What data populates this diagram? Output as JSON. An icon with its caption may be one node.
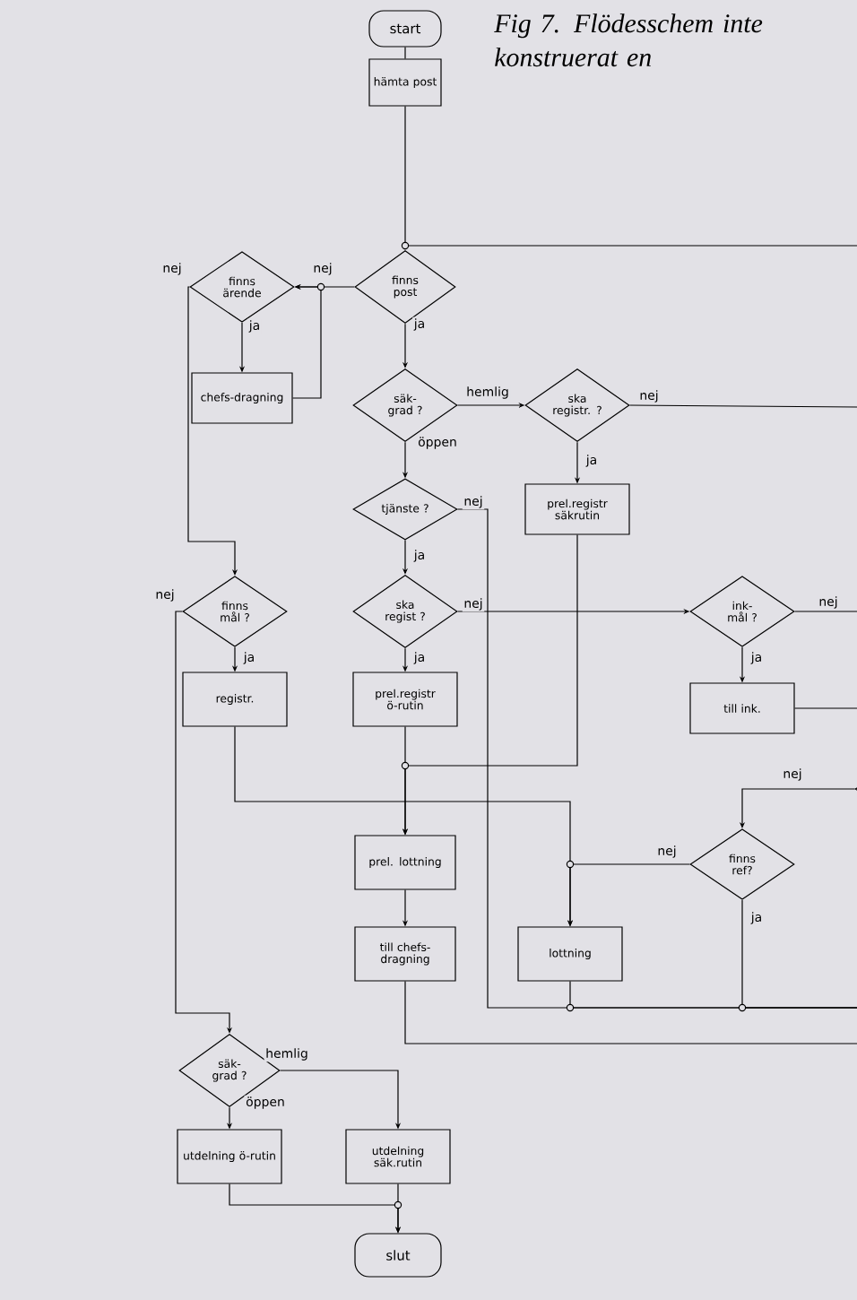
{
  "diagram": {
    "title": "Fig 7. Flödesschem inte konstruerat en",
    "nodes": [
      {
        "text": [
          "start"
        ]
      },
      {
        "text": [
          "hämta post"
        ]
      },
      {
        "text": [
          "finns post"
        ]
      },
      {
        "text": [
          "finns ärende"
        ]
      },
      {
        "text": [
          "chefs-dragning"
        ]
      },
      {
        "text": [
          "säk-grad ?"
        ]
      },
      {
        "text": [
          "ska registr. ?"
        ]
      },
      {
        "text": [
          "prel.registr säkrutin"
        ]
      },
      {
        "text": [
          "tjänste ?"
        ]
      },
      {
        "text": [
          "ska regist ?"
        ]
      },
      {
        "text": [
          "ink-mål ?"
        ]
      },
      {
        "text": [
          "finns mål ?"
        ]
      },
      {
        "text": [
          "registr."
        ]
      },
      {
        "text": [
          "prel.registr ö-rutin"
        ]
      },
      {
        "text": [
          "till ink."
        ]
      },
      {
        "text": [],
        "shape": "diamond"
      },
      {
        "text": [
          "finns ref?"
        ]
      },
      {
        "text": [
          "prel. lottning"
        ]
      },
      {
        "text": [
          "till chefs-dragning"
        ]
      },
      {
        "text": [
          "lottning"
        ]
      },
      {
        "text": [
          "säk-grad ?"
        ]
      },
      {
        "text": [
          "utdelning ö-rutin"
        ]
      },
      {
        "text": [
          "utdelning säk.rutin"
        ]
      },
      {
        "text": [
          "slut"
        ]
      }
    ],
    "edges": [
      {
        "from": 0,
        "to": 1,
        "arrow": "none"
      },
      {
        "from": 1,
        "to": 2,
        "arrow": "to"
      },
      {
        "from": null,
        "to": 2,
        "arrow": "to"
      },
      {
        "from": 2,
        "to": 3,
        "arrow": "to",
        "label": "nej"
      },
      {
        "from": 3,
        "to": 4,
        "arrow": "to",
        "label": "ja"
      },
      {
        "from": 4,
        "to": 3,
        "arrow": "to"
      },
      {
        "from": 3,
        "to": 11,
        "arrow": "to",
        "label": "nej"
      },
      {
        "from": 2,
        "to": 5,
        "arrow": "to",
        "label": "ja"
      },
      {
        "from": 5,
        "to": 6,
        "arrow": "to",
        "label": "hemlig"
      },
      {
        "from": 5,
        "to": 8,
        "arrow": "to",
        "label": "öppen"
      },
      {
        "from": 6,
        "to": 7,
        "arrow": "to",
        "label": "ja"
      },
      {
        "from": 6,
        "to": null,
        "arrow": "none",
        "label": "nej"
      },
      {
        "from": 8,
        "to": null,
        "arrow": "none",
        "label": "nej"
      },
      {
        "from": 8,
        "to": 9,
        "arrow": "to",
        "label": "ja"
      },
      {
        "from": 9,
        "to": 13,
        "arrow": "to",
        "label": "ja"
      },
      {
        "from": 9,
        "to": 10,
        "arrow": "to",
        "label": "nej"
      },
      {
        "from": 10,
        "to": 14,
        "arrow": "to",
        "label": "ja"
      },
      {
        "from": 10,
        "to": null,
        "arrow": "none",
        "label": "nej"
      },
      {
        "from": 11,
        "to": 12,
        "arrow": "to",
        "label": "ja"
      },
      {
        "from": 11,
        "to": 20,
        "arrow": "to",
        "label": "nej"
      },
      {
        "from": 7,
        "to": 17,
        "arrow": "to"
      },
      {
        "from": 13,
        "to": 17,
        "arrow": "to"
      },
      {
        "from": 12,
        "to": 19,
        "arrow": "to"
      },
      {
        "from": 14,
        "to": null,
        "arrow": "none"
      },
      {
        "from": 15,
        "to": 16,
        "arrow": "to",
        "label": "nej"
      },
      {
        "from": 16,
        "to": 19,
        "arrow": "to",
        "label": "nej"
      },
      {
        "from": 16,
        "to": null,
        "arrow": "none",
        "label": "ja"
      },
      {
        "from": 19,
        "to": null,
        "arrow": "none"
      },
      {
        "from": 17,
        "to": 18,
        "arrow": "to"
      },
      {
        "from": 18,
        "to": null,
        "arrow": "none"
      },
      {
        "from": 20,
        "to": 21,
        "arrow": "to",
        "label": "öppen"
      },
      {
        "from": 20,
        "to": 22,
        "arrow": "to",
        "label": "hemlig"
      },
      {
        "from": 21,
        "to": 23,
        "arrow": "to"
      },
      {
        "from": 22,
        "to": 23,
        "arrow": "to"
      }
    ]
  }
}
